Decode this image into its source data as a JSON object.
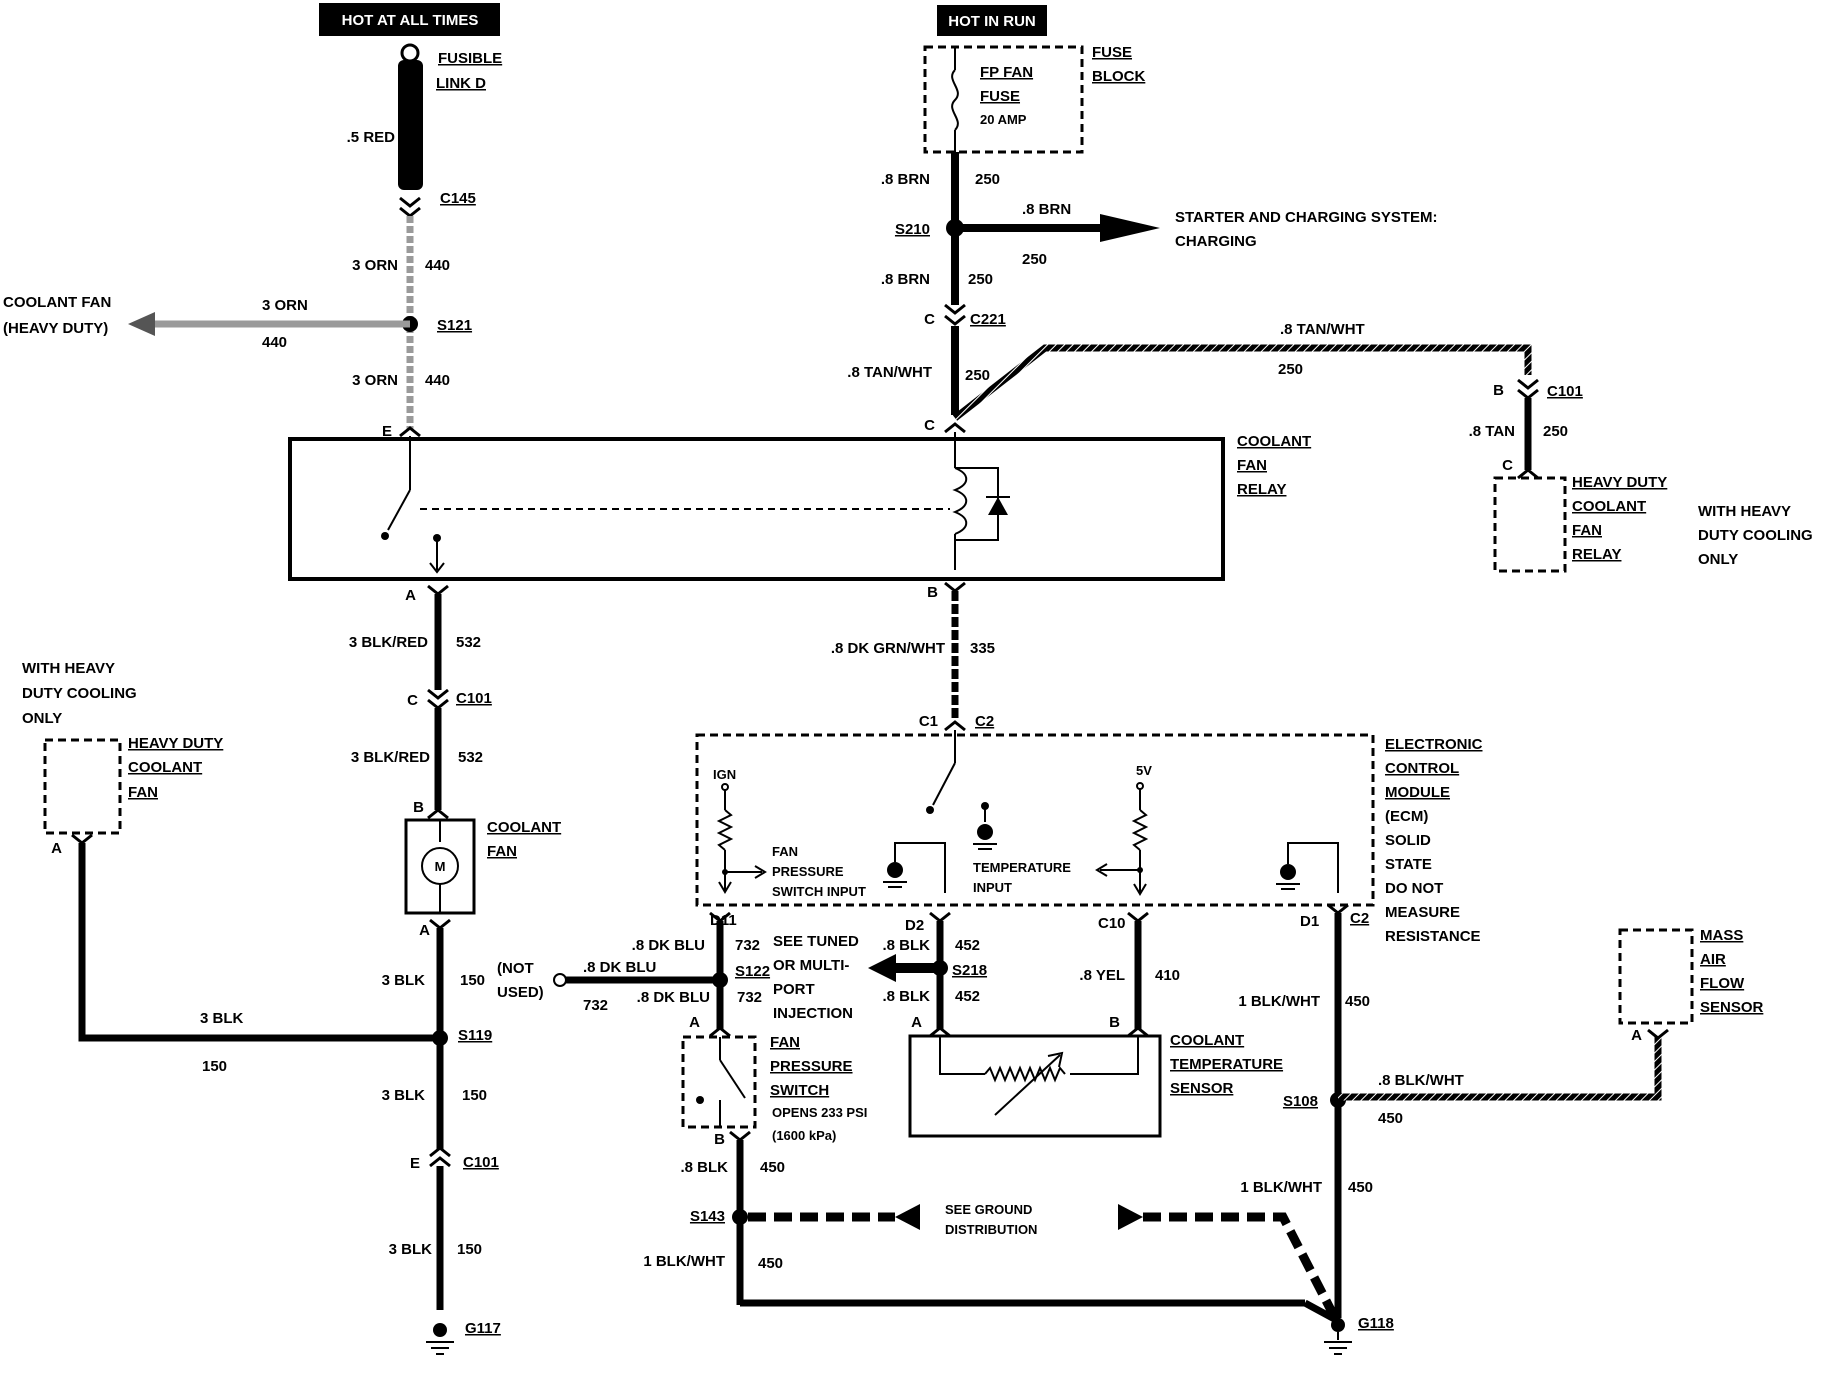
{
  "power": {
    "hot_at_all_times": "HOT AT ALL TIMES",
    "hot_in_run": "HOT IN RUN"
  },
  "fusible_link": {
    "name_1": "FUSIBLE",
    "name_2": "LINK D",
    "wire": ".5 RED",
    "connector": "C145"
  },
  "fuse_block": {
    "name_1": "FUSE",
    "name_2": "BLOCK",
    "fuse_1": "FP FAN",
    "fuse_2": "FUSE",
    "rating": "20 AMP"
  },
  "left_feed": {
    "wire": "3 ORN",
    "circuit": "440",
    "splice": "S121",
    "branch_1": "COOLANT FAN",
    "branch_2": "(HEAVY DUTY)",
    "branch_wire": "3 ORN",
    "branch_circuit": "440",
    "relay_pin": "E"
  },
  "center_feed": {
    "wire_a": ".8 BRN",
    "circuit_a": "250",
    "splice": "S210",
    "charging_wire": ".8 BRN",
    "charging_circuit": "250",
    "charging_1": "STARTER AND CHARGING SYSTEM:",
    "charging_2": "CHARGING",
    "wire_b": ".8 BRN",
    "circuit_b": "250",
    "connector": "C221",
    "connector_pin": "C",
    "wire_c": ".8 TAN/WHT",
    "circuit_c": "250",
    "relay_pin": "C",
    "branch_wire": ".8 TAN/WHT",
    "branch_circuit": "250"
  },
  "hd_relay": {
    "conn_pin": "B",
    "connector": "C101",
    "wire": ".8 TAN",
    "circuit": "250",
    "relay_pin": "C",
    "label_1": "HEAVY DUTY",
    "label_2": "COOLANT",
    "label_3": "FAN",
    "label_4": "RELAY",
    "note_1": "WITH HEAVY",
    "note_2": "DUTY COOLING",
    "note_3": "ONLY"
  },
  "relay": {
    "label_1": "COOLANT",
    "label_2": "FAN",
    "label_3": "RELAY",
    "pin_a": "A",
    "pin_b": "B"
  },
  "fan_circuit": {
    "wire_1": "3 BLK/RED",
    "circuit_1": "532",
    "conn_pin": "C",
    "connector": "C101",
    "wire_2": "3 BLK/RED",
    "circuit_2": "532",
    "fan_pin_b": "B",
    "fan_pin_a": "A",
    "fan_1": "COOLANT",
    "fan_2": "FAN",
    "motor": "M",
    "wire_3": "3 BLK",
    "circuit_3": "150",
    "splice": "S119",
    "wire_4": "3 BLK",
    "circuit_4": "150",
    "conn2_pin": "E",
    "connector2": "C101",
    "wire_5": "3 BLK",
    "circuit_5": "150",
    "ground": "G117"
  },
  "hd_fan": {
    "note_1": "WITH HEAVY",
    "note_2": "DUTY COOLING",
    "note_3": "ONLY",
    "label_1": "HEAVY DUTY",
    "label_2": "COOLANT",
    "label_3": "FAN",
    "pin": "A",
    "wire": "3 BLK",
    "circuit": "150"
  },
  "ecm_feed": {
    "wire": ".8 DK GRN/WHT",
    "circuit": "335",
    "pin_1": "C1",
    "pin_2": "C2"
  },
  "ecm": {
    "label_1": "ELECTRONIC",
    "label_2": "CONTROL",
    "label_3": "MODULE",
    "label_4": "(ECM)",
    "note_1": "SOLID",
    "note_2": "STATE",
    "note_3": "DO NOT",
    "note_4": "MEASURE",
    "note_5": "RESISTANCE",
    "ign": "IGN",
    "v5": "5V",
    "fps_1": "FAN",
    "fps_2": "PRESSURE",
    "fps_3": "SWITCH INPUT",
    "temp_1": "TEMPERATURE",
    "temp_2": "INPUT",
    "pin_d11": "D11",
    "pin_d2": "D2",
    "pin_c10": "C10",
    "pin_d1": "D1",
    "pin_c2": "C2"
  },
  "fps_circuit": {
    "wire_1": ".8 DK BLU",
    "circuit_1": "732",
    "splice": "S122",
    "branch_wire": ".8 DK BLU",
    "branch_circuit": "732",
    "not_used_1": "(NOT",
    "not_used_2": "USED)",
    "wire_2": ".8 DK BLU",
    "circuit_2": "732",
    "see_1": "SEE TUNED",
    "see_2": "OR MULTI-",
    "see_3": "PORT",
    "see_4": "INJECTION",
    "pin_a": "A",
    "pin_b": "B",
    "label_1": "FAN",
    "label_2": "PRESSURE",
    "label_3": "SWITCH",
    "spec_1": "OPENS 233 PSI",
    "spec_2": "(1600 kPa)",
    "wire_3": ".8 BLK",
    "circuit_3": "450",
    "splice_2": "S143",
    "wire_4": "1 BLK/WHT",
    "circuit_4": "450"
  },
  "ground_note": {
    "line_1": "SEE GROUND",
    "line_2": "DISTRIBUTION"
  },
  "cts_circuit": {
    "wire_1": ".8 BLK",
    "circuit_1": "452",
    "splice": "S218",
    "wire_2": ".8 BLK",
    "circuit_2": "452",
    "pin_a": "A",
    "pin_b": "B",
    "wire_3": ".8 YEL",
    "circuit_3": "410",
    "label_1": "COOLANT",
    "label_2": "TEMPERATURE",
    "label_3": "SENSOR"
  },
  "ground_circuit": {
    "wire_1": "1 BLK/WHT",
    "circuit_1": "450",
    "splice": "S108",
    "maf_wire": ".8 BLK/WHT",
    "maf_circuit": "450",
    "wire_2": "1 BLK/WHT",
    "circuit_2": "450",
    "ground": "G118"
  },
  "maf": {
    "label_1": "MASS",
    "label_2": "AIR",
    "label_3": "FLOW",
    "label_4": "SENSOR",
    "pin": "A"
  }
}
